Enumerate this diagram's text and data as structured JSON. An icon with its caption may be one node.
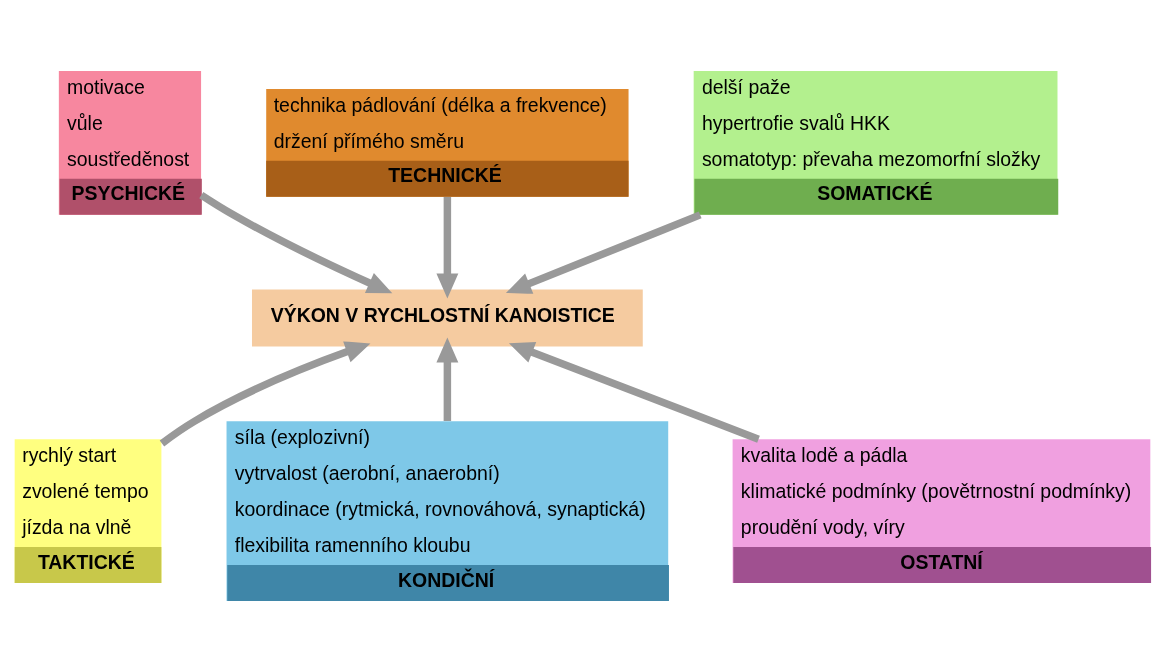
{
  "diagram": {
    "nodes": [
      {
        "text": [
          "motivace",
          "vůle",
          "soustředěnost",
          "PSYCHICKÉ"
        ]
      },
      {
        "text": [
          "technika pádlování (délka a frekvence)",
          "držení přímého směru",
          "TECHNICKÉ"
        ]
      },
      {
        "text": [
          "delší paže",
          "hypertrofie svalů HKK",
          "somatotyp: převaha mezomorfní složky",
          "SOMATICKÉ"
        ]
      },
      {
        "text": [
          "VÝKON V RYCHLOSTNÍ KANOISTICE"
        ]
      },
      {
        "text": [
          "rychlý start",
          "zvolené tempo",
          "jízda na vlně",
          "TAKTICKÉ"
        ]
      },
      {
        "text": [
          "síla (explozivní)",
          "vytrvalost (aerobní, anaerobní)",
          "koordinace (rytmická, rovnováhová, synaptická)",
          "flexibilita ramenního kloubu",
          "KONDIČNÍ"
        ]
      },
      {
        "text": [
          "kvalita lodě a pádla",
          "klimatické podmínky (povětrnostní podmínky)",
          "proudění vody, víry",
          "OSTATNÍ"
        ]
      }
    ],
    "edges": [
      {
        "from": 0,
        "to": 3,
        "arrow": "to"
      },
      {
        "from": 1,
        "to": 3,
        "arrow": "to"
      },
      {
        "from": 2,
        "to": 3,
        "arrow": "to"
      },
      {
        "from": 4,
        "to": 3,
        "arrow": "to"
      },
      {
        "from": 5,
        "to": 3,
        "arrow": "to"
      },
      {
        "from": 6,
        "to": 3,
        "arrow": "to"
      }
    ]
  }
}
